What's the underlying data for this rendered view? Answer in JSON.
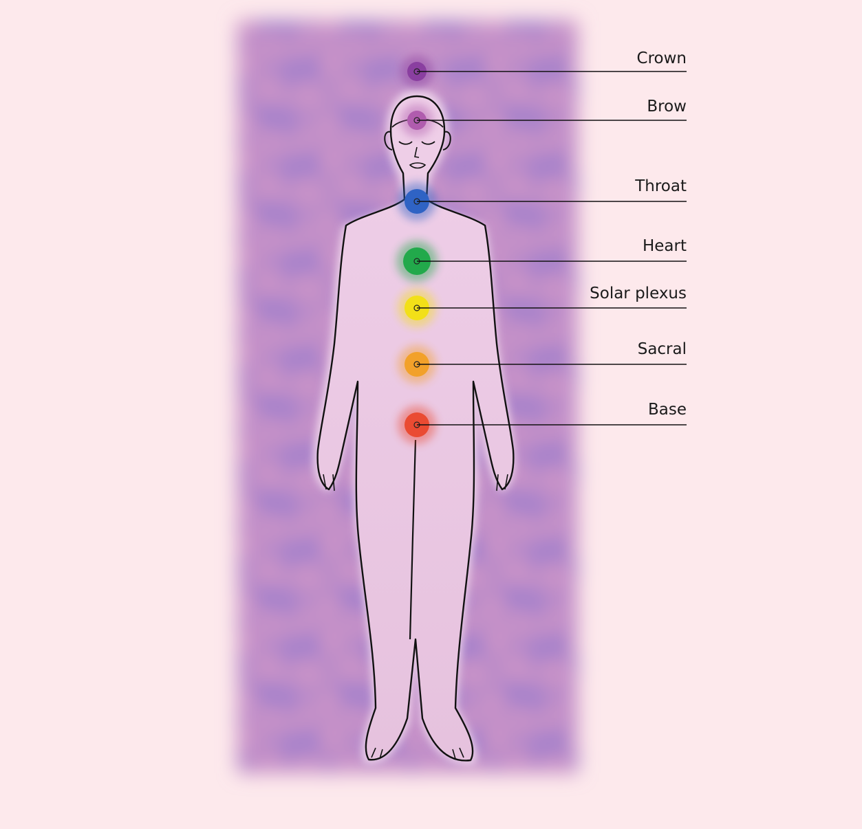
{
  "colors": {
    "page_background": "#fde9ec",
    "panel_base": "#c892c8",
    "pattern": "#8a74c8",
    "body_fill": "#ecc8e4",
    "outline": "#111111"
  },
  "chakras": [
    {
      "label": "Crown",
      "color": "#8a3fa0"
    },
    {
      "label": "Brow",
      "color": "#b05cae"
    },
    {
      "label": "Throat",
      "color": "#2f63c4"
    },
    {
      "label": "Heart",
      "color": "#22a94b"
    },
    {
      "label": "Solar plexus",
      "color": "#f2e018"
    },
    {
      "label": "Sacral",
      "color": "#f2a12a"
    },
    {
      "label": "Base",
      "color": "#ea4b32"
    }
  ]
}
